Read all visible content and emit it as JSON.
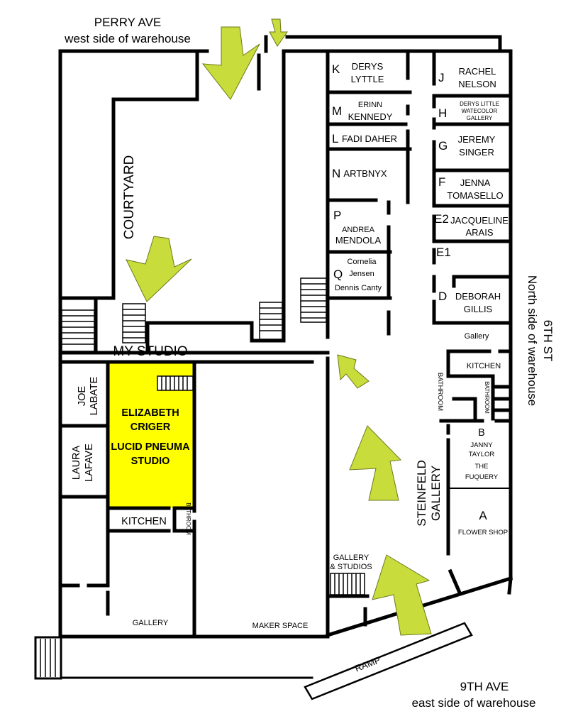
{
  "streets": {
    "perry_name": "PERRY AVE",
    "perry_side": "west side of warehouse",
    "sixth_name": "6TH ST",
    "sixth_side": "North side of warehouse",
    "ninth_name": "9TH AVE",
    "ninth_side": "east side of warehouse"
  },
  "left": {
    "courtyard": "COURTYARD",
    "my_studio": "MY STUDIO",
    "joe_1": "JOE",
    "joe_2": "LABATE",
    "laura_1": "LAURA",
    "laura_2": "LAFAVE",
    "kitchen": "KITCHEN",
    "bathroom": "BATHROOM",
    "gallery": "GALLERY",
    "maker_space": "MAKER SPACE",
    "ramp": "RAMP"
  },
  "studio": {
    "name_1": "ELIZABETH",
    "name_2": "CRIGER",
    "studio_1": "LUCID PNEUMA",
    "studio_2": "STUDIO",
    "highlight_color": "#ffff00"
  },
  "center": {
    "k_letter": "K",
    "k_1": "DERYS",
    "k_2": "LYTTLE",
    "m_letter": "M",
    "m_1": "ERINN",
    "m_2": "KENNEDY",
    "l_letter": "L",
    "l_1": "FADI DAHER",
    "n_letter": "N",
    "n_1": "ARTBNYX",
    "p_letter": "P",
    "p_1": "ANDREA",
    "p_2": "MENDOLA",
    "q_letter": "Q",
    "q_1": "Cornelia",
    "q_2": "Jensen",
    "q_3": "Dennis Canty"
  },
  "right": {
    "j_letter": "J",
    "j_1": "RACHEL",
    "j_2": "NELSON",
    "h_letter": "H",
    "h_1": "DERYS LITTLE",
    "h_2": "WATECOLOR",
    "h_3": "GALLERY",
    "g_letter": "G",
    "g_1": "JEREMY",
    "g_2": "SINGER",
    "f_letter": "F",
    "f_1": "JENNA",
    "f_2": "TOMASELLO",
    "e2_letter": "E2",
    "e2_1": "JACQUELINE",
    "e2_2": "ARAIS",
    "e1_letter": "E1",
    "d_letter": "D",
    "d_1": "DEBORAH",
    "d_2": "GILLIS",
    "gallery": "Gallery",
    "kitchen": "KITCHEN",
    "bathroom": "BATHROOM",
    "b_letter": "B",
    "b_1": "JANNY",
    "b_2": "TAYLOR",
    "fuquery_1": "THE",
    "fuquery_2": "FUQUERY",
    "a_letter": "A",
    "a_1": "FLOWER SHOP",
    "steinfeld_1": "STEINFELD",
    "steinfeld_2": "GALLERY",
    "gs_1": "GALLERY",
    "gs_2": "& STUDIOS"
  },
  "arrow_color": "#c8dc3c"
}
